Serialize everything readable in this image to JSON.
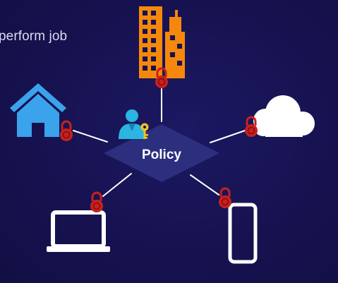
{
  "caption": "perform job",
  "center": {
    "label": "Policy",
    "icon": "user-with-key-icon"
  },
  "nodes": [
    {
      "name": "office-building",
      "icon": "office-building-icon",
      "locked": true
    },
    {
      "name": "home",
      "icon": "house-icon",
      "locked": true
    },
    {
      "name": "cloud",
      "icon": "cloud-icon",
      "locked": true
    },
    {
      "name": "laptop",
      "icon": "laptop-icon",
      "locked": true
    },
    {
      "name": "mobile-phone",
      "icon": "smartphone-icon",
      "locked": true
    }
  ],
  "colors": {
    "background": "#16124f",
    "diamond": "#2b2f7e",
    "building": "#f5880c",
    "house": "#3aa3ec",
    "lock": "#c8211e",
    "user": "#2bb5e0",
    "key": "#f7c21b",
    "lines": "#ffffff"
  }
}
